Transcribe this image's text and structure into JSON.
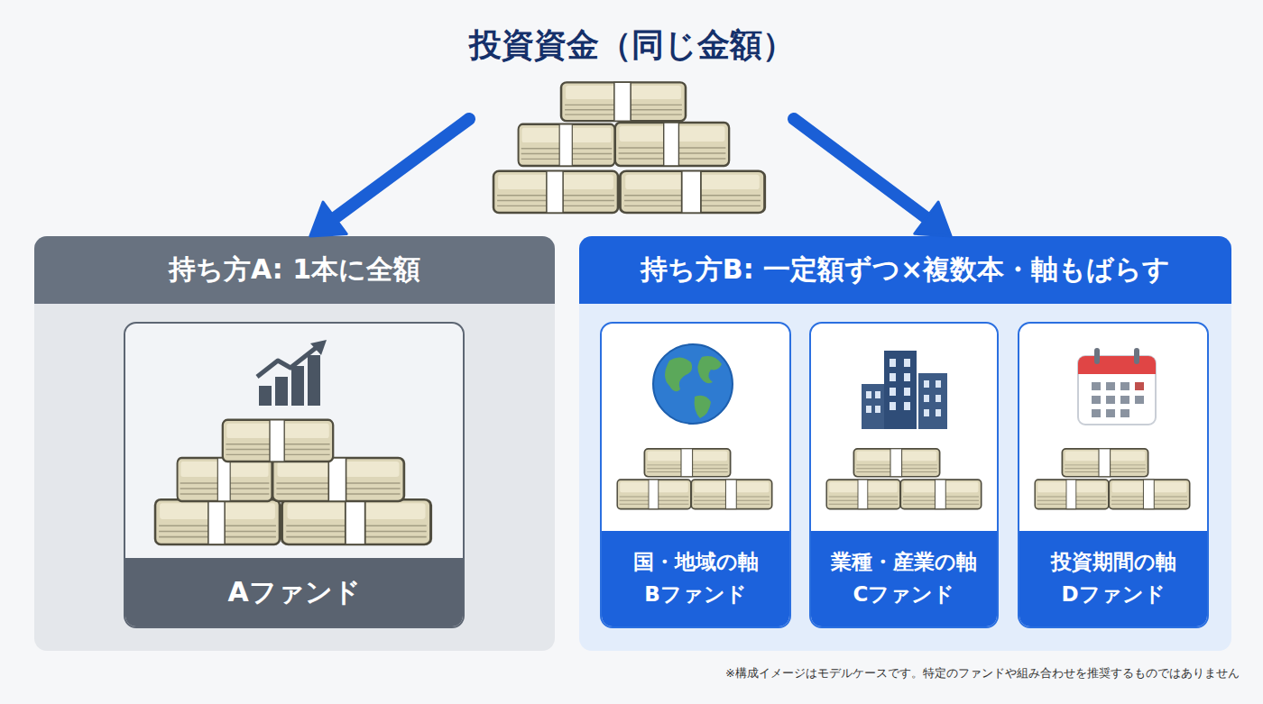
{
  "diagram": {
    "nodes": [
      {
        "text": [
          "投資資金（同じ金額）"
        ]
      },
      {
        "text": [
          "持ち方A: 1本に全額"
        ]
      },
      {
        "text": [
          "Aファンド"
        ],
        "in": 1
      },
      {
        "text": [
          "持ち方B: 一定額ずつ×複数本・軸もばらす"
        ]
      },
      {
        "text": [
          "国・地域の軸",
          "Bファンド"
        ],
        "in": 3
      },
      {
        "text": [
          "業種・産業の軸",
          "Cファンド"
        ],
        "in": 3
      },
      {
        "text": [
          "投資期間の軸",
          "Dファンド"
        ],
        "in": 3
      }
    ],
    "edges": [
      {
        "from": 0,
        "to": 1,
        "arrow": "to"
      },
      {
        "from": 0,
        "to": 3,
        "arrow": "to"
      }
    ],
    "caption": "※構成イメージはモデルケースです。特定のファンドや組み合わせを推奨するものではありません"
  }
}
